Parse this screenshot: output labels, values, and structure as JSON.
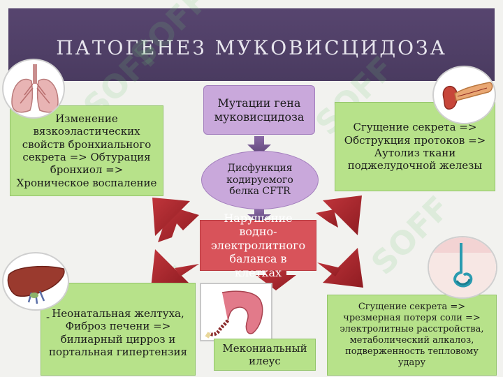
{
  "title": "ПАТОГЕНЕЗ МУКОВИСЦИДОЗА",
  "watermark": "SOFF",
  "center": {
    "mutation": "Мутации гена муковисцидоза",
    "cftr": "Дисфункция кодируемого белка CFTR",
    "balance": "Нарушение водно-электролитного баланса в клетках"
  },
  "organs": {
    "lungs": {
      "line1": "Изменение",
      "line2": "вязкоэластических",
      "line3": "свойств бронхиального",
      "line4": "секрета =>  Обтурация",
      "line5": "бронхиол =>",
      "line6": "Хроническое воспаление",
      "icon": "lungs-icon"
    },
    "pancreas": {
      "line1": "Сгущение секрета =>",
      "line2": "Обструкция протоков =>",
      "line3": "Аутолиз ткани",
      "line4": "поджелудочной железы",
      "icon": "pancreas-icon"
    },
    "liver": {
      "line1": "Неонатальная желтуха,",
      "dash": "-",
      "line2": "Фиброз печени =>",
      "line3": "билиарный цирроз и",
      "line4": "портальная гипертензия",
      "icon": "liver-icon"
    },
    "intestine": {
      "line1": "Сгущение секрета =>",
      "line2": "чрезмерная потеря соли =>",
      "line3": "электролитные расстройства,",
      "line4": "метаболический алкалоз,",
      "line5": "подверженность тепловому",
      "line6": "удару",
      "icon": "sweat-gland-icon"
    },
    "ileus": {
      "line1": "Мекониальный",
      "line2": "илеус",
      "icon": "intestine-icon"
    }
  },
  "colors": {
    "title_bg": "#4a3b60",
    "green_box": "#b7e28a",
    "purple_box": "#c9a8db",
    "red_box": "#d8535a",
    "arrow_red": "#a8232a",
    "arrow_purple": "#6a4d86"
  }
}
